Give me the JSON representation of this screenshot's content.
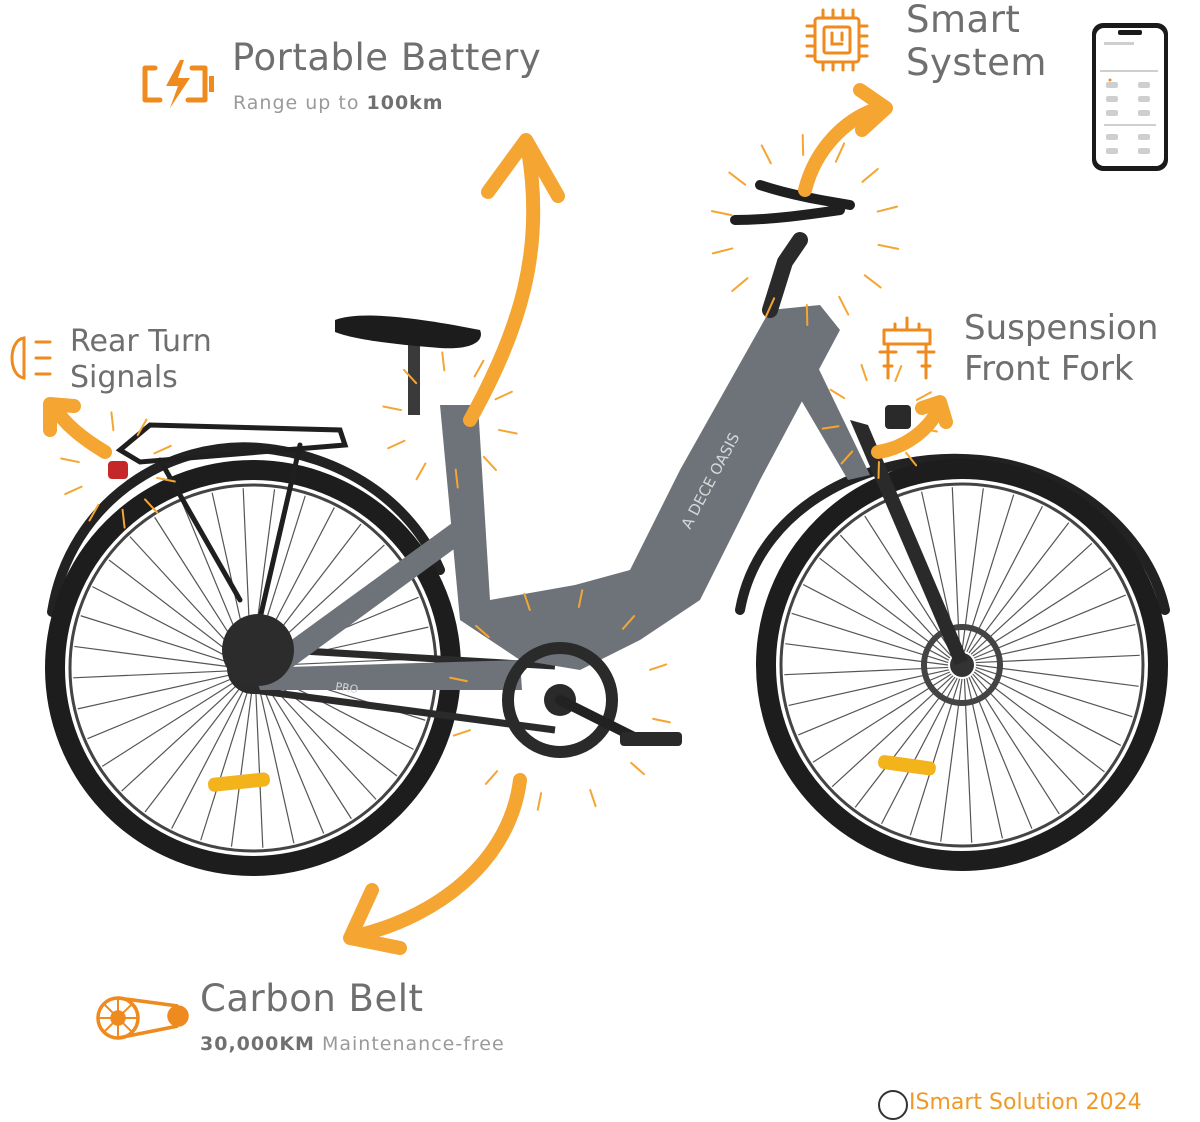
{
  "features": {
    "battery": {
      "title": "Portable Battery",
      "sub_prefix": "Range up to ",
      "sub_value": "100km"
    },
    "smart": {
      "title_line1": "Smart",
      "title_line2": "System"
    },
    "rear": {
      "title_line1": "Rear Turn",
      "title_line2": "Signals"
    },
    "fork": {
      "title_line1": "Suspension",
      "title_line2": "Front Fork"
    },
    "belt": {
      "title": "Carbon Belt",
      "sub_value": "30,000KM",
      "sub_suffix": " Maintenance-free"
    }
  },
  "bike_brand": "A DECE OASIS",
  "bike_model": "PRO",
  "footer": {
    "copyright_symbol": "©",
    "text": "ISmart Solution 2024"
  },
  "colors": {
    "accent": "#F5A531",
    "icon_orange": "#EF8A1E",
    "frame": "#6E737A",
    "tire": "#1d1d1d",
    "text_gray": "#6F6F6F"
  }
}
